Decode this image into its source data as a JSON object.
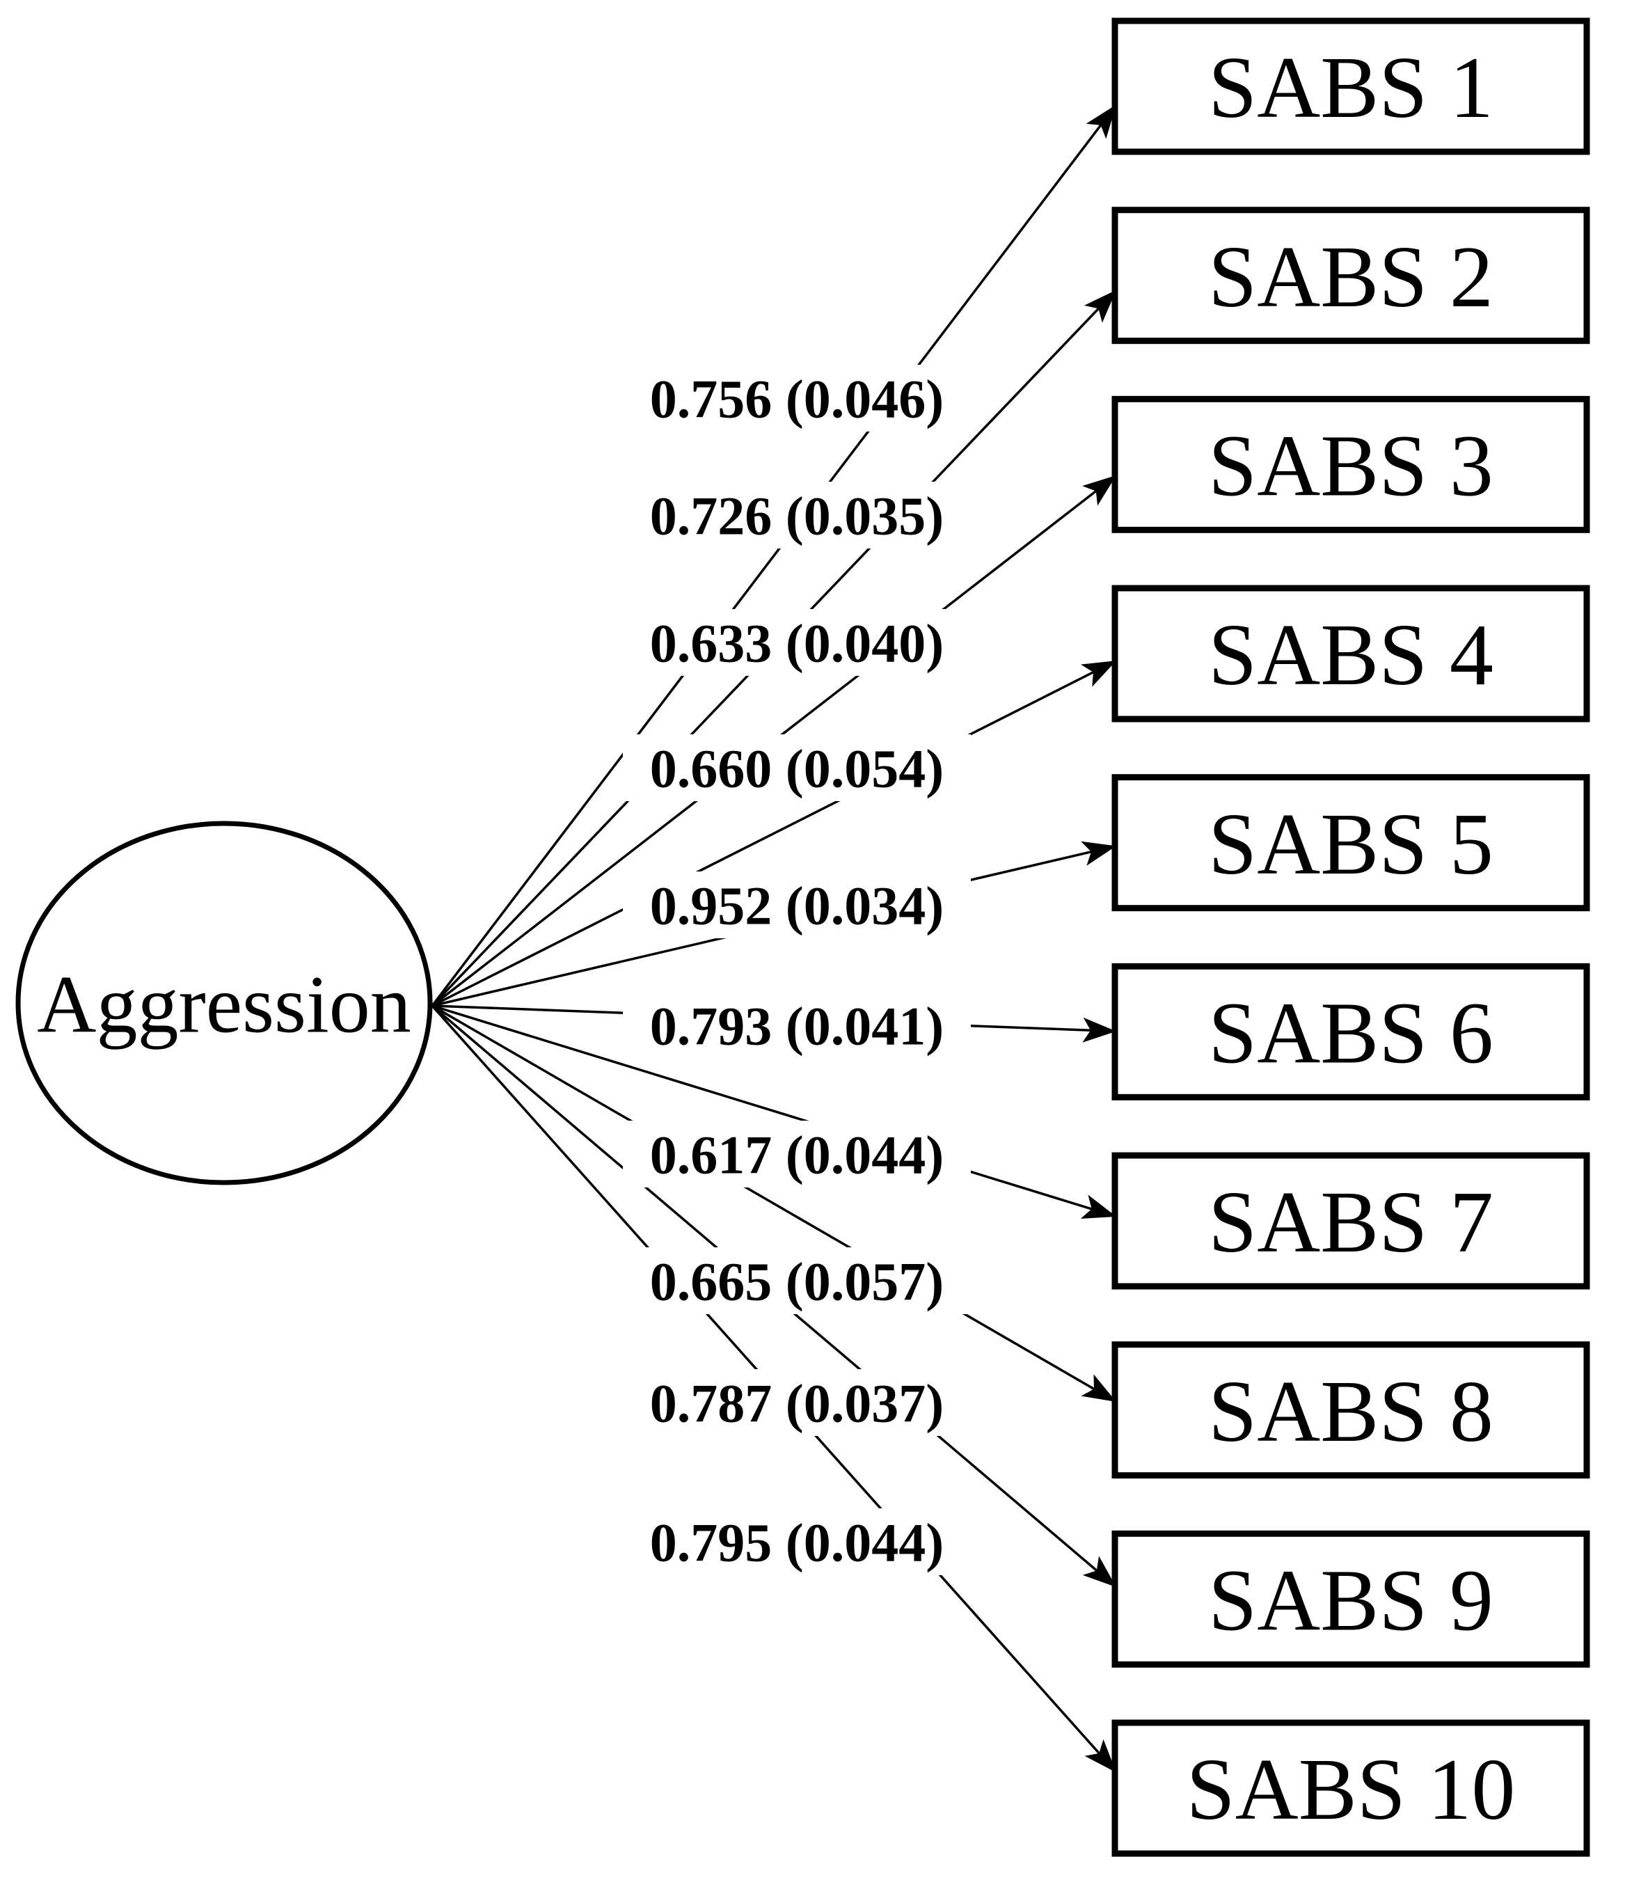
{
  "diagram": {
    "type": "confirmatory-factor-analysis-path-diagram",
    "latent": {
      "label": "Aggression"
    },
    "indicators": [
      {
        "label": "SABS 1",
        "loading_text": "0.756 (0.046)",
        "loading": 0.756,
        "se": 0.046
      },
      {
        "label": "SABS 2",
        "loading_text": "0.726 (0.035)",
        "loading": 0.726,
        "se": 0.035
      },
      {
        "label": "SABS 3",
        "loading_text": "0.633 (0.040)",
        "loading": 0.633,
        "se": 0.04
      },
      {
        "label": "SABS 4",
        "loading_text": "0.660 (0.054)",
        "loading": 0.66,
        "se": 0.054
      },
      {
        "label": "SABS 5",
        "loading_text": "0.952 (0.034)",
        "loading": 0.952,
        "se": 0.034
      },
      {
        "label": "SABS 6",
        "loading_text": "0.793 (0.041)",
        "loading": 0.793,
        "se": 0.041
      },
      {
        "label": "SABS 7",
        "loading_text": "0.617 (0.044)",
        "loading": 0.617,
        "se": 0.044
      },
      {
        "label": "SABS 8",
        "loading_text": "0.665 (0.057)",
        "loading": 0.665,
        "se": 0.057
      },
      {
        "label": "SABS 9",
        "loading_text": "0.787 (0.037)",
        "loading": 0.787,
        "se": 0.037
      },
      {
        "label": "SABS 10",
        "loading_text": "0.795 (0.044)",
        "loading": 0.795,
        "se": 0.044
      }
    ],
    "colors": {
      "stroke": "#000000",
      "background": "#ffffff"
    }
  }
}
